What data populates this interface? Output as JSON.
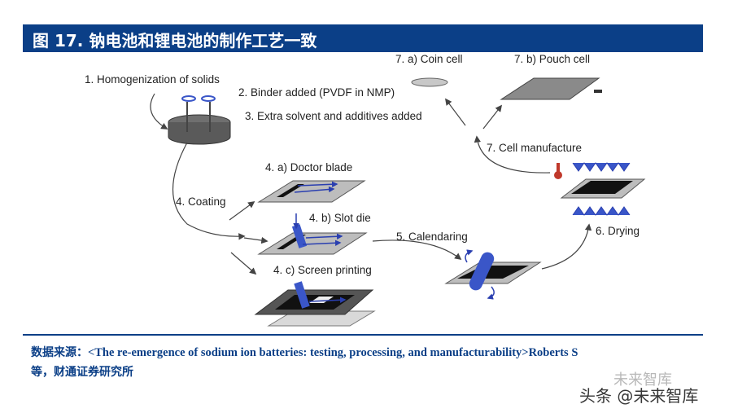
{
  "header": {
    "title": "图 17. 钠电池和锂电池的制作工艺一致"
  },
  "colors": {
    "brand_blue": "#0b3f87",
    "roller_blue": "#3a56c8",
    "flame_red": "#c0392b"
  },
  "steps": {
    "s1": "1. Homogenization of solids",
    "s2": "2. Binder added (PVDF in NMP)",
    "s3": "3. Extra solvent and additives added",
    "s4": "4. Coating",
    "s4a": "4. a) Doctor blade",
    "s4b": "4. b) Slot die",
    "s4c": "4. c) Screen printing",
    "s5": "5. Calendaring",
    "s6": "6. Drying",
    "s7": "7. Cell manufacture",
    "s7a": "7. a) Coin cell",
    "s7b": "7. b) Pouch cell"
  },
  "footer": {
    "source_label": "数据来源：",
    "source_text": "<The re-emergence of sodium ion batteries: testing, processing, and manufacturability>Roberts S",
    "source_suffix": "等，财通证券研究所"
  },
  "watermark": {
    "main": "头条 @未来智库",
    "faint": "未来智库"
  }
}
